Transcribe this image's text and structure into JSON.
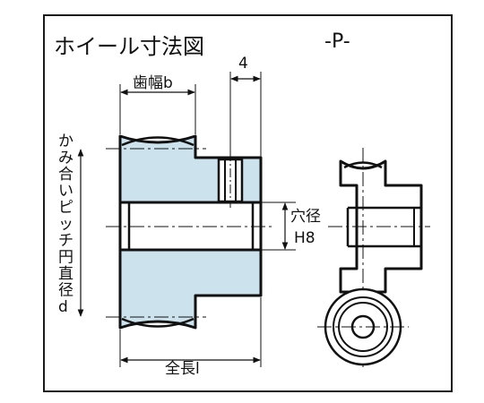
{
  "title": "ホイール寸法図",
  "variant": "-P-",
  "labels": {
    "face_width": "歯幅b",
    "hub_dim": "4",
    "pitch_diameter": "かみ合いピッチ円直径d",
    "bore": "穴径",
    "tolerance": "H8",
    "total_length": "全長l"
  },
  "colors": {
    "body_fill": "#cce3ee",
    "line": "#111111"
  }
}
